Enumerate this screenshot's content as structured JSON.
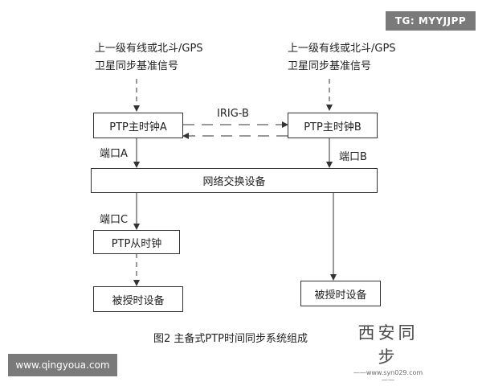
{
  "diagram": {
    "source_signal_left": [
      "上一级有线或北斗/GPS",
      "卫星同步基准信号"
    ],
    "source_signal_right": [
      "上一级有线或北斗/GPS",
      "卫星同步基准信号"
    ],
    "master_clock_a": "PTP主时钟A",
    "master_clock_b": "PTP主时钟B",
    "irig_label": "IRIG-B",
    "port_a": "端口A",
    "port_b": "端口B",
    "port_c": "端口C",
    "switch": "网络交换设备",
    "slave_clock": "PTP从时钟",
    "timed_device_left": "被授时设备",
    "timed_device_right": "被授时设备",
    "caption": "图2  主备式PTP时间同步系统组成"
  },
  "watermarks": {
    "tg": "TG: MYYJJPP",
    "site": "www.qingyoua.com",
    "brand": "西安同步",
    "brand_url": "——www.syn029.com——"
  },
  "colors": {
    "line": "#333333",
    "badge_bg": "#7a7a7a",
    "badge_text": "#ffffff"
  }
}
